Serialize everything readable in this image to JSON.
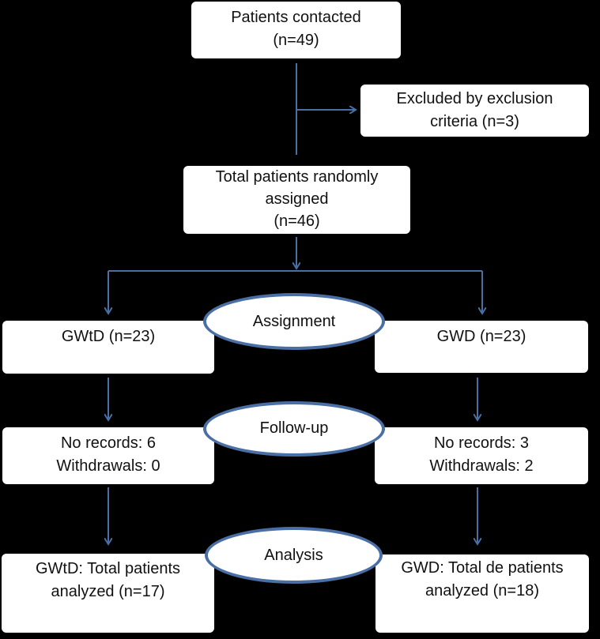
{
  "colors": {
    "background": "#000000",
    "box": "#ffffff",
    "connector": "#4a6fa5",
    "text": "#111111"
  },
  "boxes": {
    "contacted": {
      "line1": "Patients contacted",
      "line2": "(n=49)"
    },
    "excluded": {
      "line1": "Excluded by exclusion",
      "line2": "criteria (n=3)"
    },
    "randomized": {
      "line1": "Total patients randomly",
      "line2": "assigned",
      "line3": "(n=46)"
    },
    "gwtd_assign": {
      "line1": "GWtD (n=23)"
    },
    "gwd_assign": {
      "line1": "GWD (n=23)"
    },
    "gwtd_follow": {
      "line1": "No records: 6",
      "line2": "Withdrawals:  0"
    },
    "gwd_follow": {
      "line1": "No records: 3",
      "line2": "Withdrawals: 2"
    },
    "gwtd_analysis": {
      "line1": "GWtD: Total patients",
      "line2": "analyzed (n=17)"
    },
    "gwd_analysis": {
      "line1": "GWD: Total de patients",
      "line2": "analyzed (n=18)"
    }
  },
  "stages": {
    "assignment": "Assignment",
    "followup": "Follow-up",
    "analysis": "Analysis"
  }
}
